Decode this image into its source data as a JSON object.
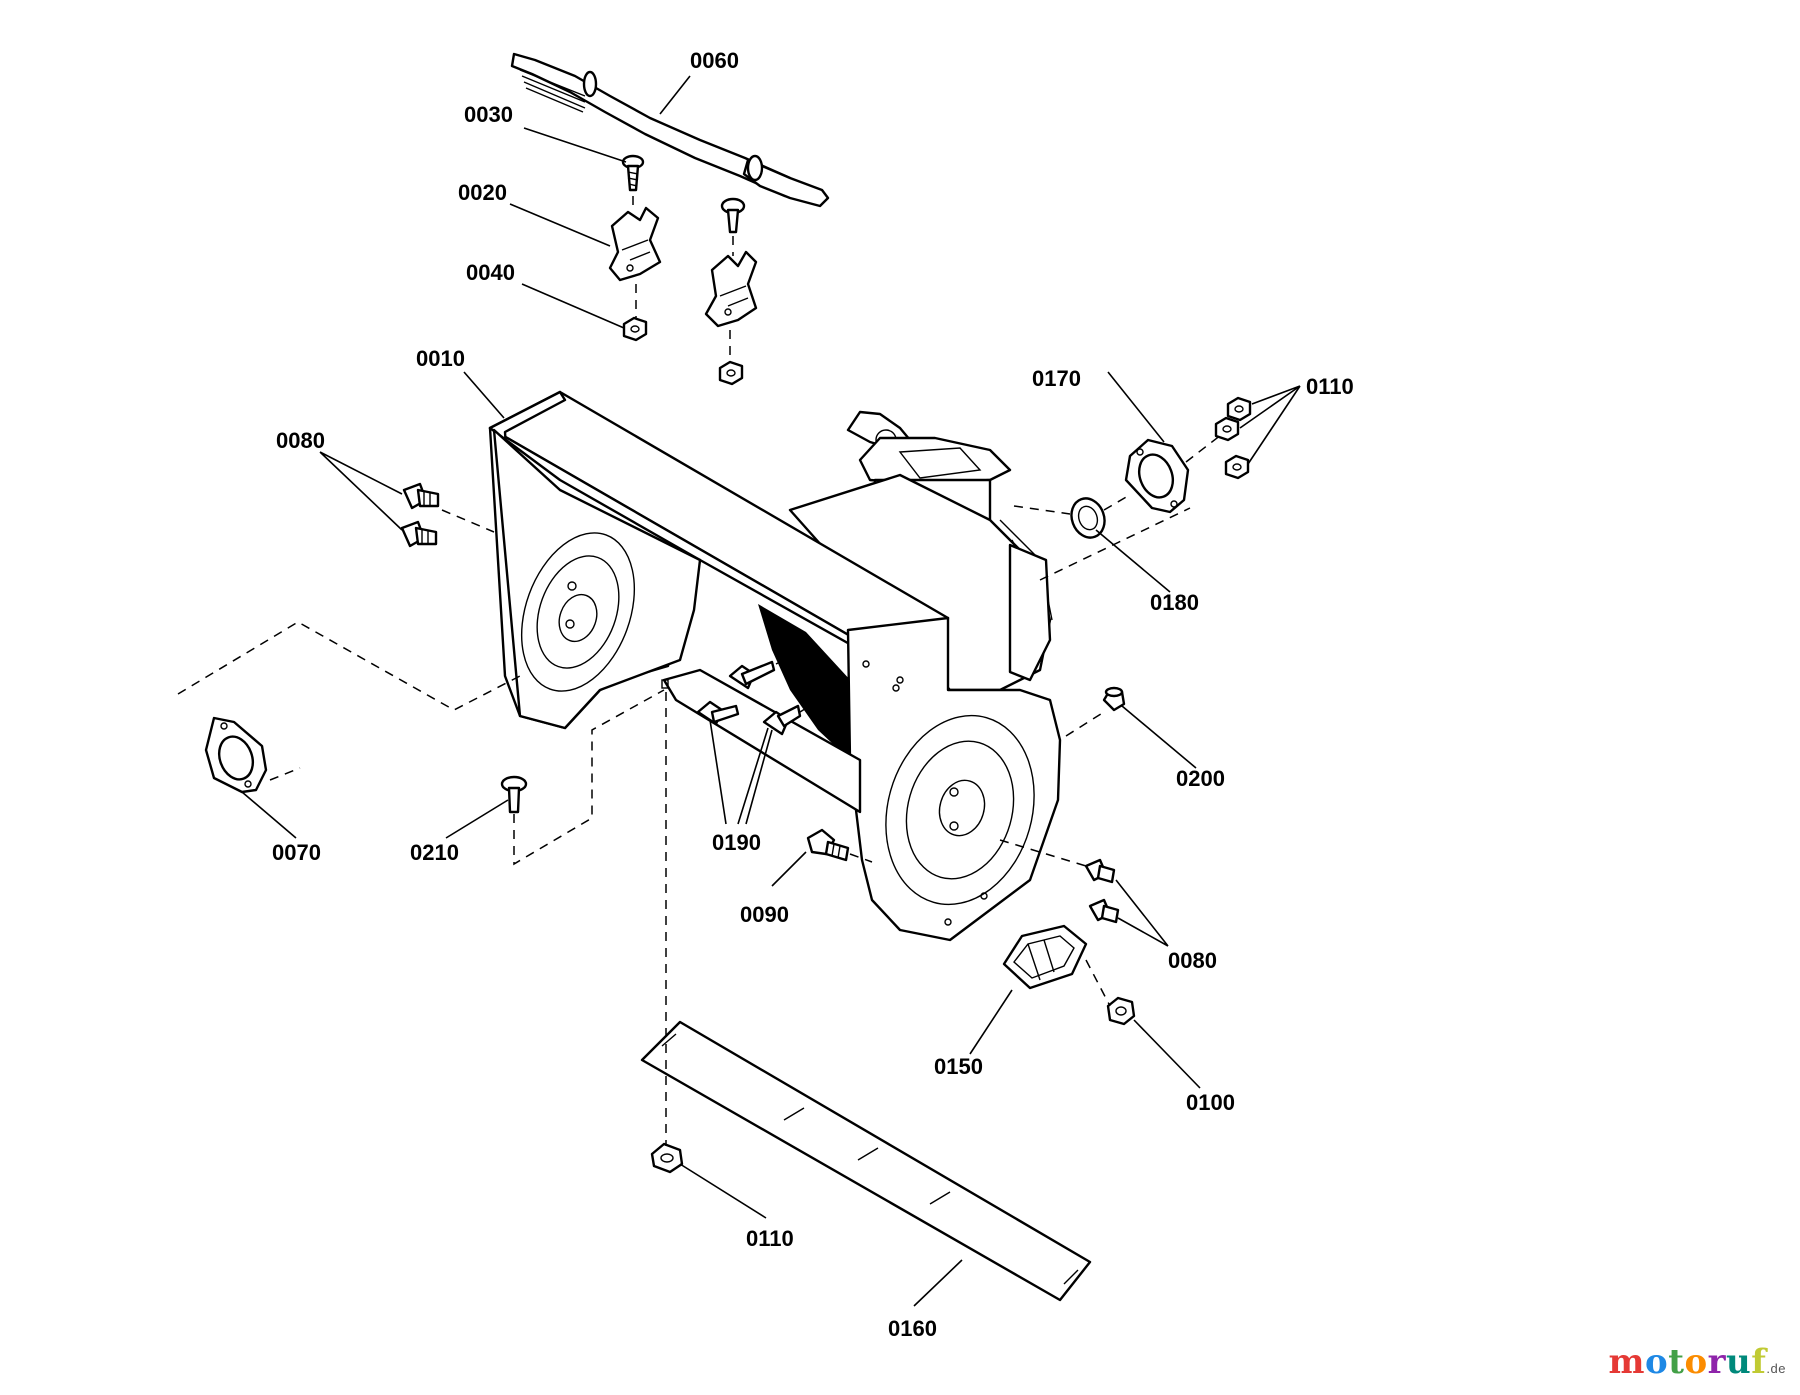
{
  "labels": {
    "l0010": "0010",
    "l0020": "0020",
    "l0030": "0030",
    "l0040": "0040",
    "l0060": "0060",
    "l0070": "0070",
    "l0080a": "0080",
    "l0080b": "0080",
    "l0090": "0090",
    "l0100": "0100",
    "l0110a": "0110",
    "l0110b": "0110",
    "l0150": "0150",
    "l0160": "0160",
    "l0170": "0170",
    "l0180": "0180",
    "l0190": "0190",
    "l0200": "0200",
    "l0210": "0210"
  },
  "watermark": {
    "letters": [
      "m",
      "o",
      "t",
      "o",
      "r",
      "u",
      "f"
    ],
    "colors": [
      "#e53935",
      "#1e88e5",
      "#43a047",
      "#fb8c00",
      "#8e24aa",
      "#00897b",
      "#c0ca33"
    ],
    "tld": ".de"
  }
}
